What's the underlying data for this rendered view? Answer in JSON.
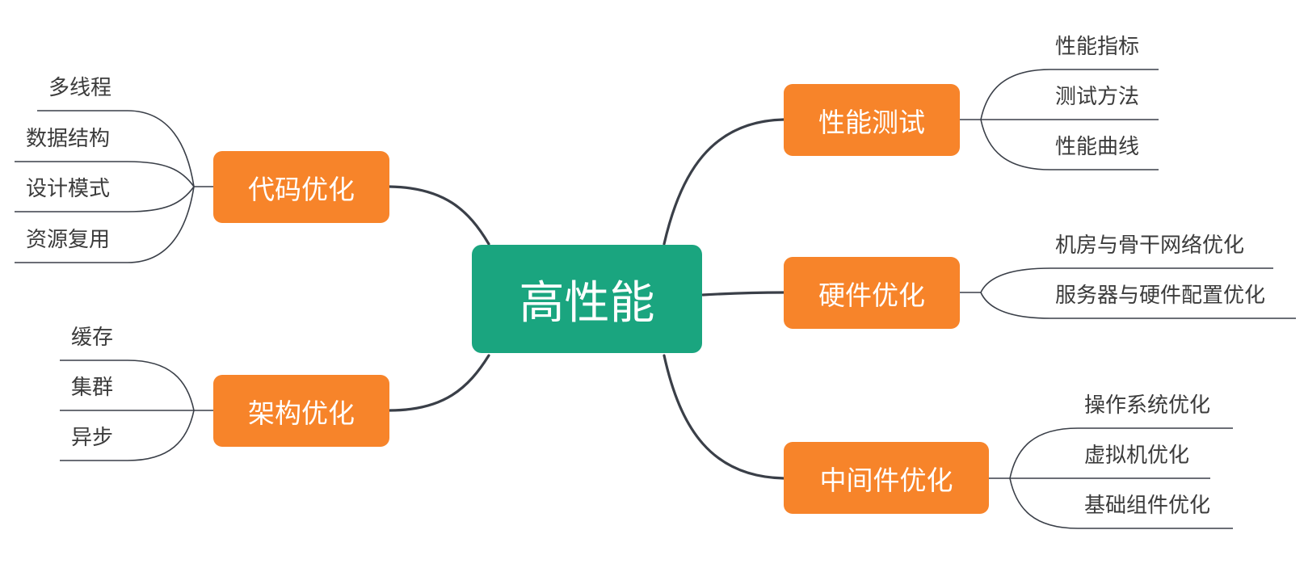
{
  "root": {
    "label": "高性能"
  },
  "branches": [
    {
      "id": "code",
      "label": "代码优化",
      "side": "left",
      "color": "#f7842a",
      "leaves": [
        "多线程",
        "数据结构",
        "设计模式",
        "资源复用"
      ]
    },
    {
      "id": "arch",
      "label": "架构优化",
      "side": "left",
      "color": "#f7842a",
      "leaves": [
        "缓存",
        "集群",
        "异步"
      ]
    },
    {
      "id": "test",
      "label": "性能测试",
      "side": "right",
      "color": "#f7842a",
      "leaves": [
        "性能指标",
        "测试方法",
        "性能曲线"
      ]
    },
    {
      "id": "hardware",
      "label": "硬件优化",
      "side": "right",
      "color": "#f7842a",
      "leaves": [
        "机房与骨干网络优化",
        "服务器与硬件配置优化"
      ]
    },
    {
      "id": "middleware",
      "label": "中间件优化",
      "side": "right",
      "color": "#f7842a",
      "leaves": [
        "操作系统优化",
        "虚拟机优化",
        "基础组件优化"
      ]
    }
  ],
  "colors": {
    "root": "#1aa57f",
    "branch": "#f7842a",
    "line": "#3a3f48",
    "leaf_text": "#3b3b3b"
  }
}
